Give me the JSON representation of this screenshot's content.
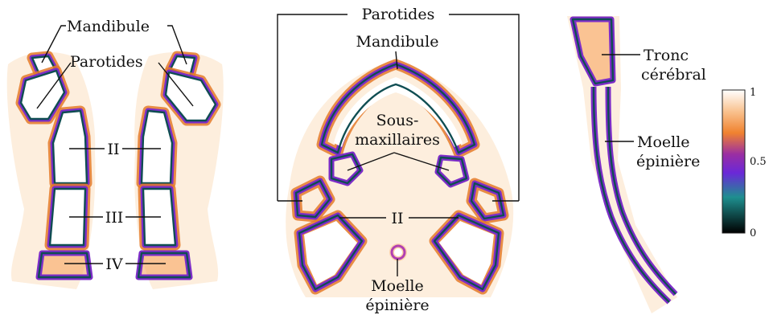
{
  "panel_left": {
    "labels": {
      "mandibule": "Mandibule",
      "parotides": "Parotides",
      "level_ii": "II",
      "level_iii": "III",
      "level_iv": "IV"
    }
  },
  "panel_center": {
    "labels": {
      "parotides": "Parotides",
      "mandibule": "Mandibule",
      "sous_line1": "Sous-",
      "sous_line2": "maxillaires",
      "level_ii": "II",
      "moelle_line1": "Moelle",
      "moelle_line2": "épinière"
    }
  },
  "panel_right": {
    "labels": {
      "tronc_line1": "Tronc",
      "tronc_line2": "cérébral",
      "moelle_line1": "Moelle",
      "moelle_line2": "épinière"
    }
  },
  "colorbar": {
    "ticks": [
      "1",
      "0.5",
      "0"
    ],
    "colormap_stops": [
      "#ffffff",
      "#f9c28f",
      "#f0822f",
      "#9a2ea3",
      "#6a28d8",
      "#1e8f8f",
      "#000000"
    ]
  }
}
